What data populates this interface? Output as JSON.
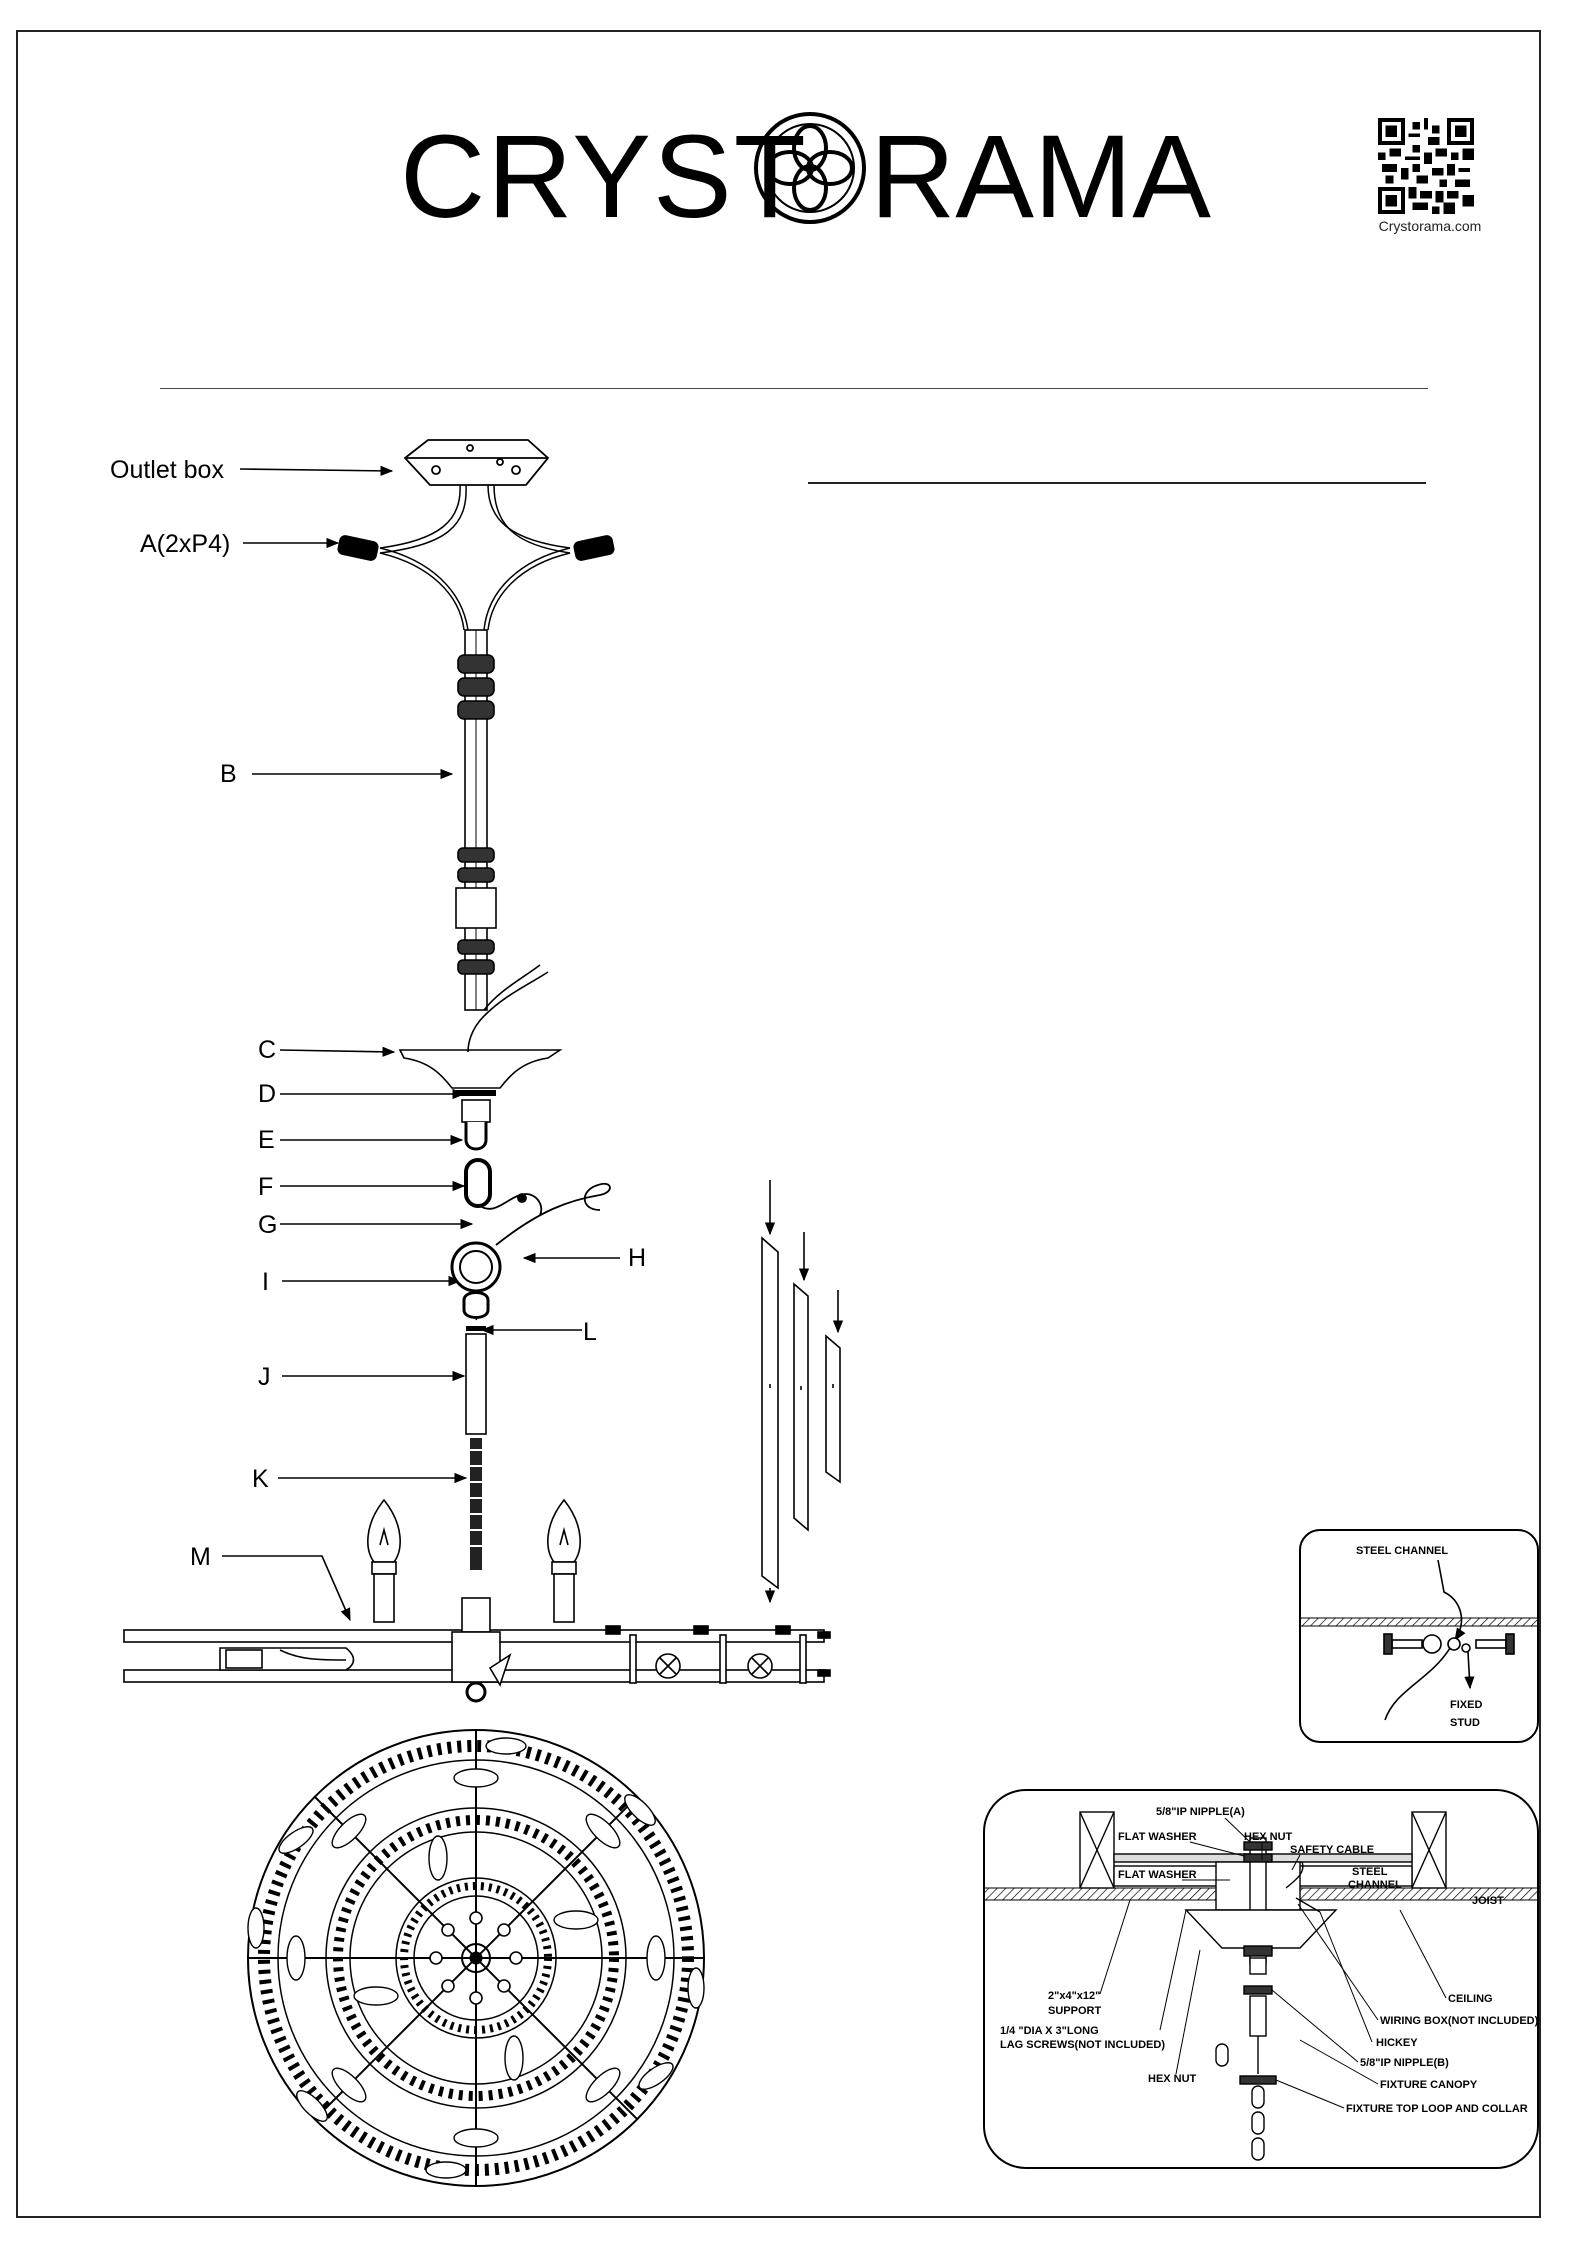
{
  "brand": {
    "logo_text": "CRYSTORAMA",
    "qr_caption": "Crystorama.com"
  },
  "parts": {
    "outlet_box": "Outlet box",
    "a": "A(2xP4)",
    "b": "B",
    "c": "C",
    "d": "D",
    "e": "E",
    "f": "F",
    "g": "G",
    "h": "H",
    "i": "I",
    "l": "L",
    "j": "J",
    "k": "K",
    "m": "M"
  },
  "steel_channel_detail": {
    "title": "STEEL CHANNEL",
    "fixed": "FIXED",
    "stud": "STUD"
  },
  "mount_detail": {
    "nipple_a": "5/8\"IP NIPPLE(A)",
    "flat_washer_1": "FLAT WASHER",
    "hex_nut_top": "HEX NUT",
    "safety_cable": "SAFETY CABLE",
    "flat_washer_2": "FLAT WASHER",
    "steel_channel_1": "STEEL",
    "steel_channel_2": "CHANNEL",
    "joist": "JOIST",
    "support_1": "2\"x4\"x12\"",
    "support_2": "SUPPORT",
    "ceiling": "CEILING",
    "lag_1": "1/4  \"DIA X 3\"LONG",
    "lag_2": "LAG SCREWS(NOT INCLUDED)",
    "wiring_box": "WIRING BOX(NOT INCLUDED)",
    "hickey": "HICKEY",
    "hex_nut_bottom": "HEX NUT",
    "nipple_b": "5/8\"IP NIPPLE(B)",
    "canopy": "FIXTURE CANOPY",
    "top_loop": "FIXTURE TOP LOOP AND COLLAR"
  }
}
